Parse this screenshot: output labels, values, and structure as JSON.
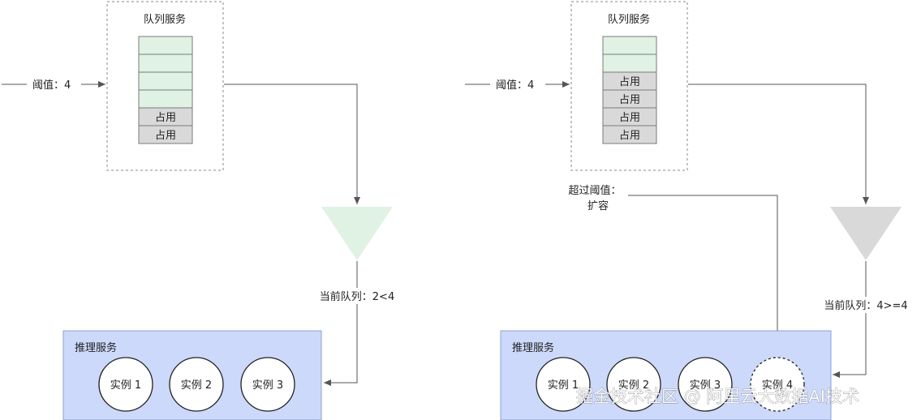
{
  "colors": {
    "free_slot": "#dff2e4",
    "occupied_slot": "#d9d9d9",
    "green_funnel": "#dff2e4",
    "gray_funnel": "#d9d9d9",
    "inference_box": "#ccd9fb",
    "line": "#555555"
  },
  "left": {
    "queue_service_title": "队列服务",
    "threshold_label": "阈值：4",
    "slots": [
      "",
      "",
      "",
      "",
      "占用",
      "占用"
    ],
    "current_queue_label": "当前队列：2<4",
    "inference_title": "推理服务",
    "instances": [
      "实例 1",
      "实例 2",
      "实例 3"
    ]
  },
  "right": {
    "queue_service_title": "队列服务",
    "threshold_label": "阈值：4",
    "slots": [
      "",
      "",
      "占用",
      "占用",
      "占用",
      "占用"
    ],
    "exceed_label_line1": "超过阈值：",
    "exceed_label_line2": "扩容",
    "current_queue_label": "当前队列：4>=4",
    "inference_title": "推理服务",
    "instances": [
      "实例 1",
      "实例 2",
      "实例 3"
    ],
    "new_instance": "实例 4"
  },
  "watermark": "掘金技术社区 @ 阿里云大数据AI技术"
}
